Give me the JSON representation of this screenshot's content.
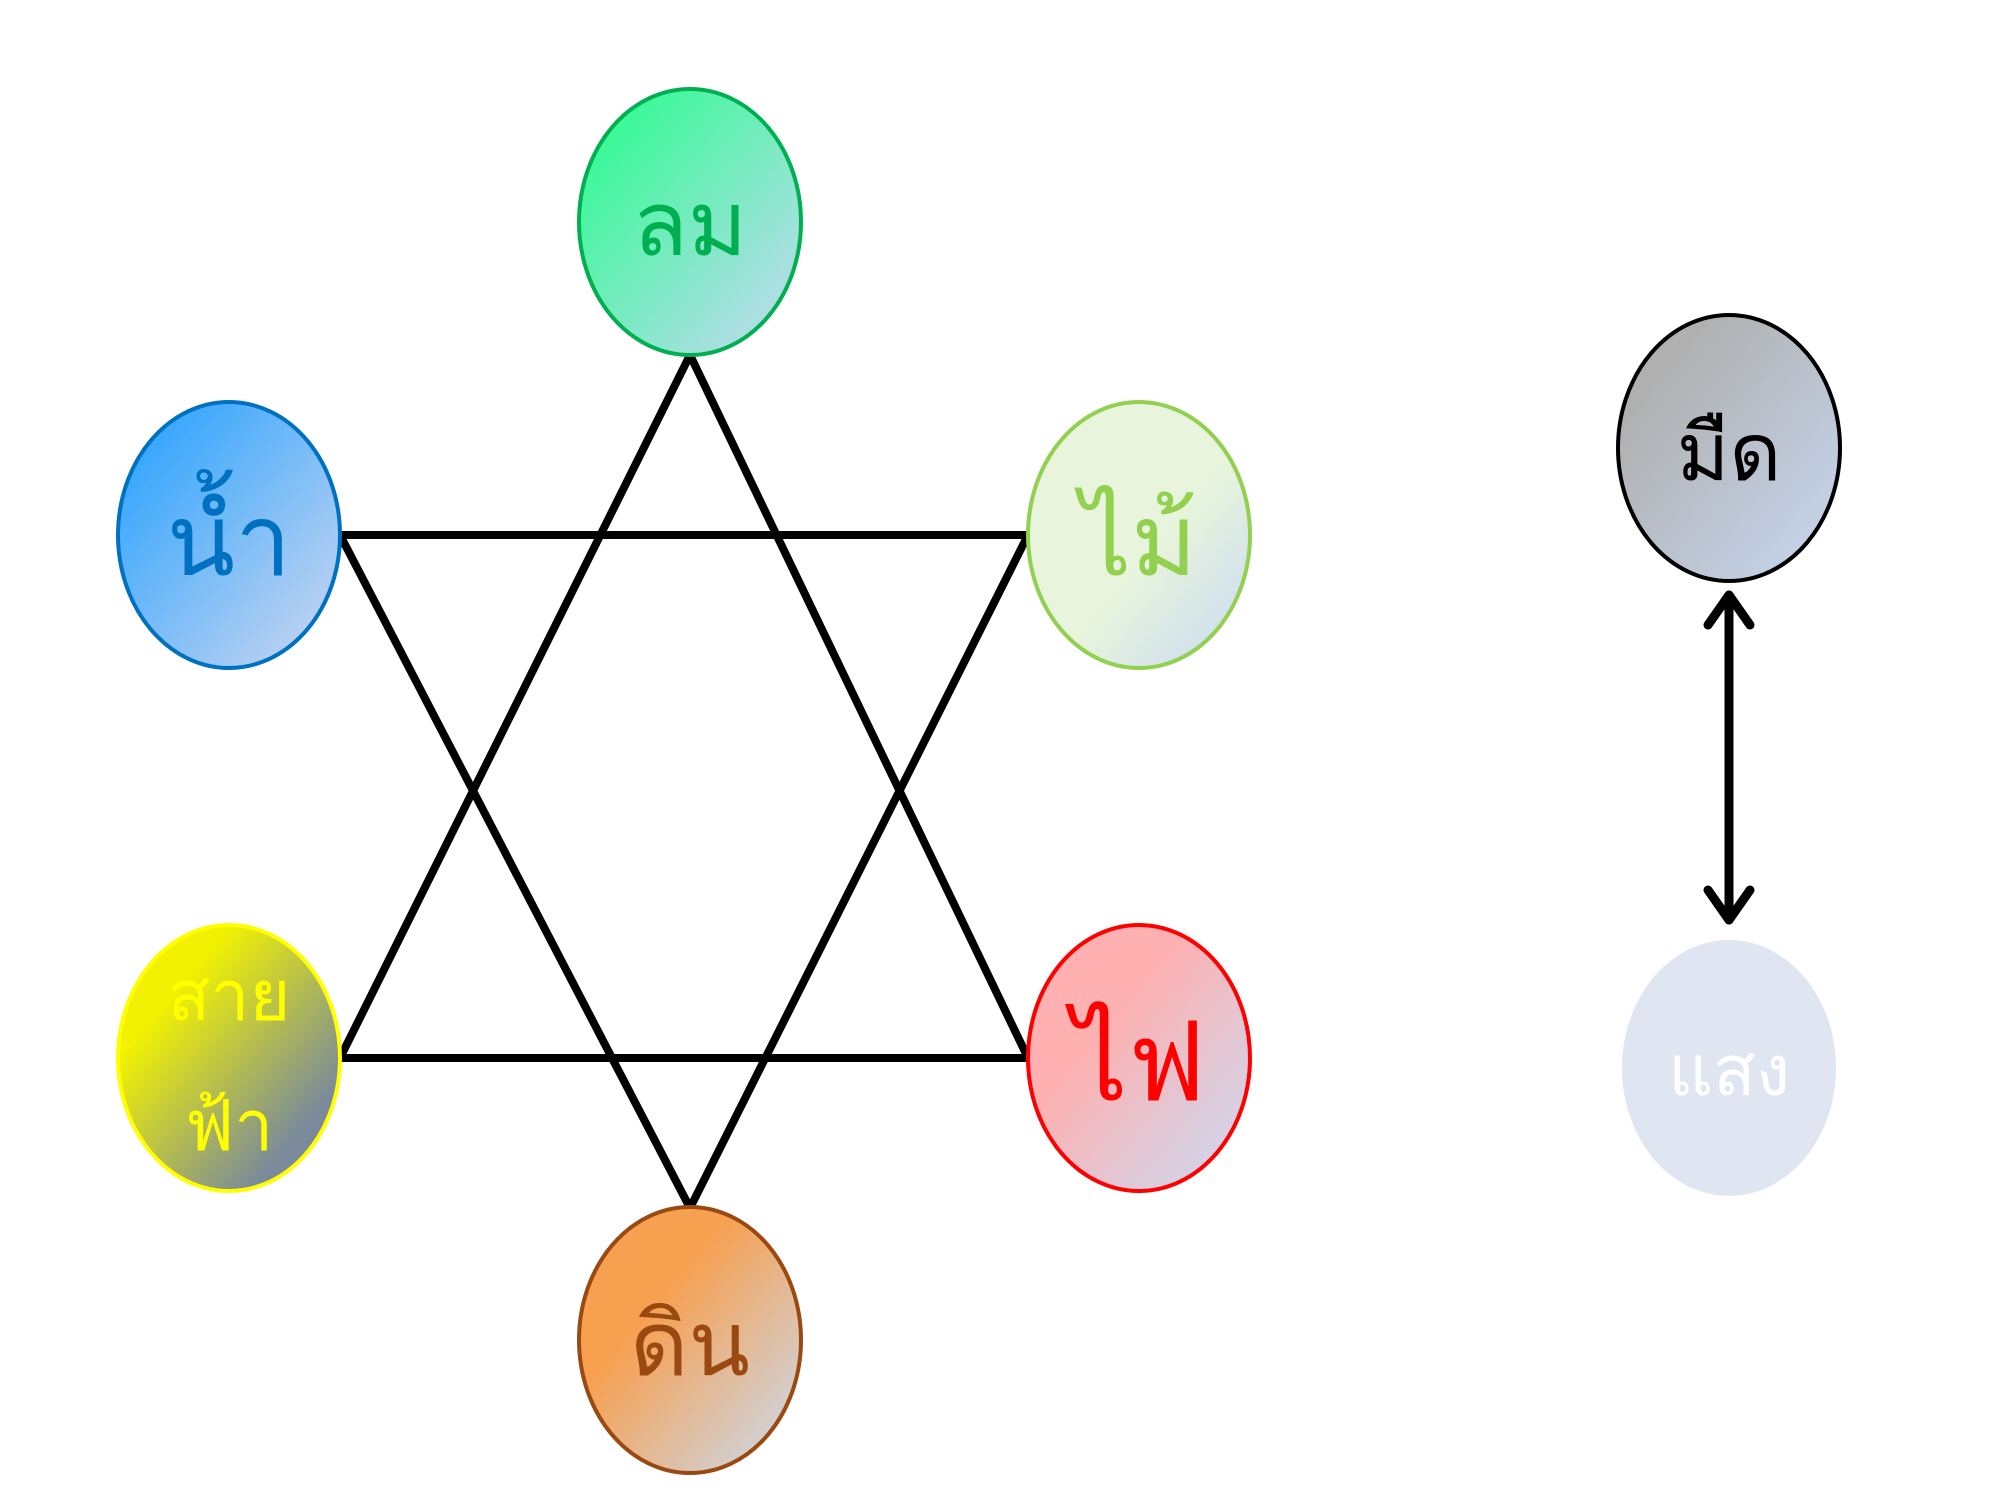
{
  "star": {
    "stroke_color": "#000000"
  },
  "elements": {
    "wind": {
      "label": "ลม",
      "border_color": "#00b050",
      "text_color": "#00b050",
      "gradient": [
        "#22ff88",
        "#c8d8f5"
      ]
    },
    "water": {
      "label": "น้ำ",
      "border_color": "#0070c0",
      "text_color": "#0070c0",
      "gradient": [
        "#1f9fff",
        "#d0d8ef"
      ]
    },
    "wood": {
      "label": "ไม้",
      "border_color": "#92d050",
      "text_color": "#92d050",
      "gradient": [
        "#e8f5dc",
        "#c8d8f5"
      ]
    },
    "lightning": {
      "label_line1": "สาย",
      "label_line2": "ฟ้า",
      "border_color": "#ffff00",
      "text_color": "#ffff00",
      "gradient": [
        "#f2f200",
        "#7a8a9a"
      ]
    },
    "fire": {
      "label": "ไฟ",
      "border_color": "#ff0000",
      "text_color": "#ff0000",
      "gradient": [
        "#ffb0b0",
        "#c8dcf5"
      ]
    },
    "earth": {
      "label": "ดิน",
      "border_color": "#9a4a10",
      "text_color": "#9a4a10",
      "gradient": [
        "#f7a050",
        "#c8dcf5"
      ]
    }
  },
  "duality": {
    "dark": {
      "label": "มืด",
      "border_color": "#000000",
      "text_color": "#000000",
      "gradient": [
        "#b0b0b0",
        "#c8d8f2"
      ]
    },
    "light": {
      "label": "แสง",
      "text_color": "#ffffff",
      "fill_color": "#dfe6f2"
    },
    "arrow_color": "#000000"
  }
}
